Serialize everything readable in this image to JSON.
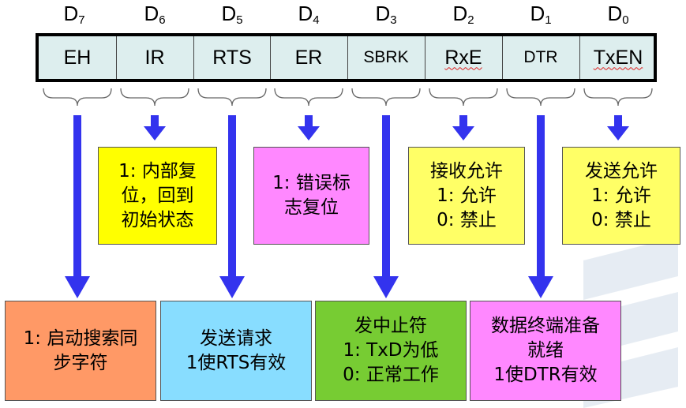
{
  "bits": [
    {
      "label": "D",
      "index": "7",
      "field": "EH"
    },
    {
      "label": "D",
      "index": "6",
      "field": "IR"
    },
    {
      "label": "D",
      "index": "5",
      "field": "RTS"
    },
    {
      "label": "D",
      "index": "4",
      "field": "ER"
    },
    {
      "label": "D",
      "index": "3",
      "field": "SBRK"
    },
    {
      "label": "D",
      "index": "2",
      "field": "RxE"
    },
    {
      "label": "D",
      "index": "1",
      "field": "DTR"
    },
    {
      "label": "D",
      "index": "0",
      "field": "TxEN"
    }
  ],
  "upper_notes": {
    "d6": [
      "1: 内部复",
      "位，回到",
      "初始状态"
    ],
    "d4": [
      "1: 错误标",
      "志复位"
    ],
    "d2": [
      "接收允许",
      "1: 允许",
      "0: 禁止"
    ],
    "d0": [
      "发送允许",
      "1: 允许",
      "0: 禁止"
    ]
  },
  "lower_notes": {
    "d7": [
      "1: 启动搜索同",
      "步字符"
    ],
    "d5": [
      "发送请求",
      "1使RTS有效"
    ],
    "d3": [
      "发中止符",
      "1: TxD为低",
      "0: 正常工作"
    ],
    "d1": [
      "数据终端准备",
      "就绪",
      "1使DTR有效"
    ]
  },
  "colors": {
    "arrow": "#3333ee",
    "register_fill": "#ddeeee",
    "yellow": "#ffff00",
    "pink": "#ff88ff",
    "orange": "#ff9966",
    "blue": "#88ddff",
    "green": "#77cc33"
  }
}
